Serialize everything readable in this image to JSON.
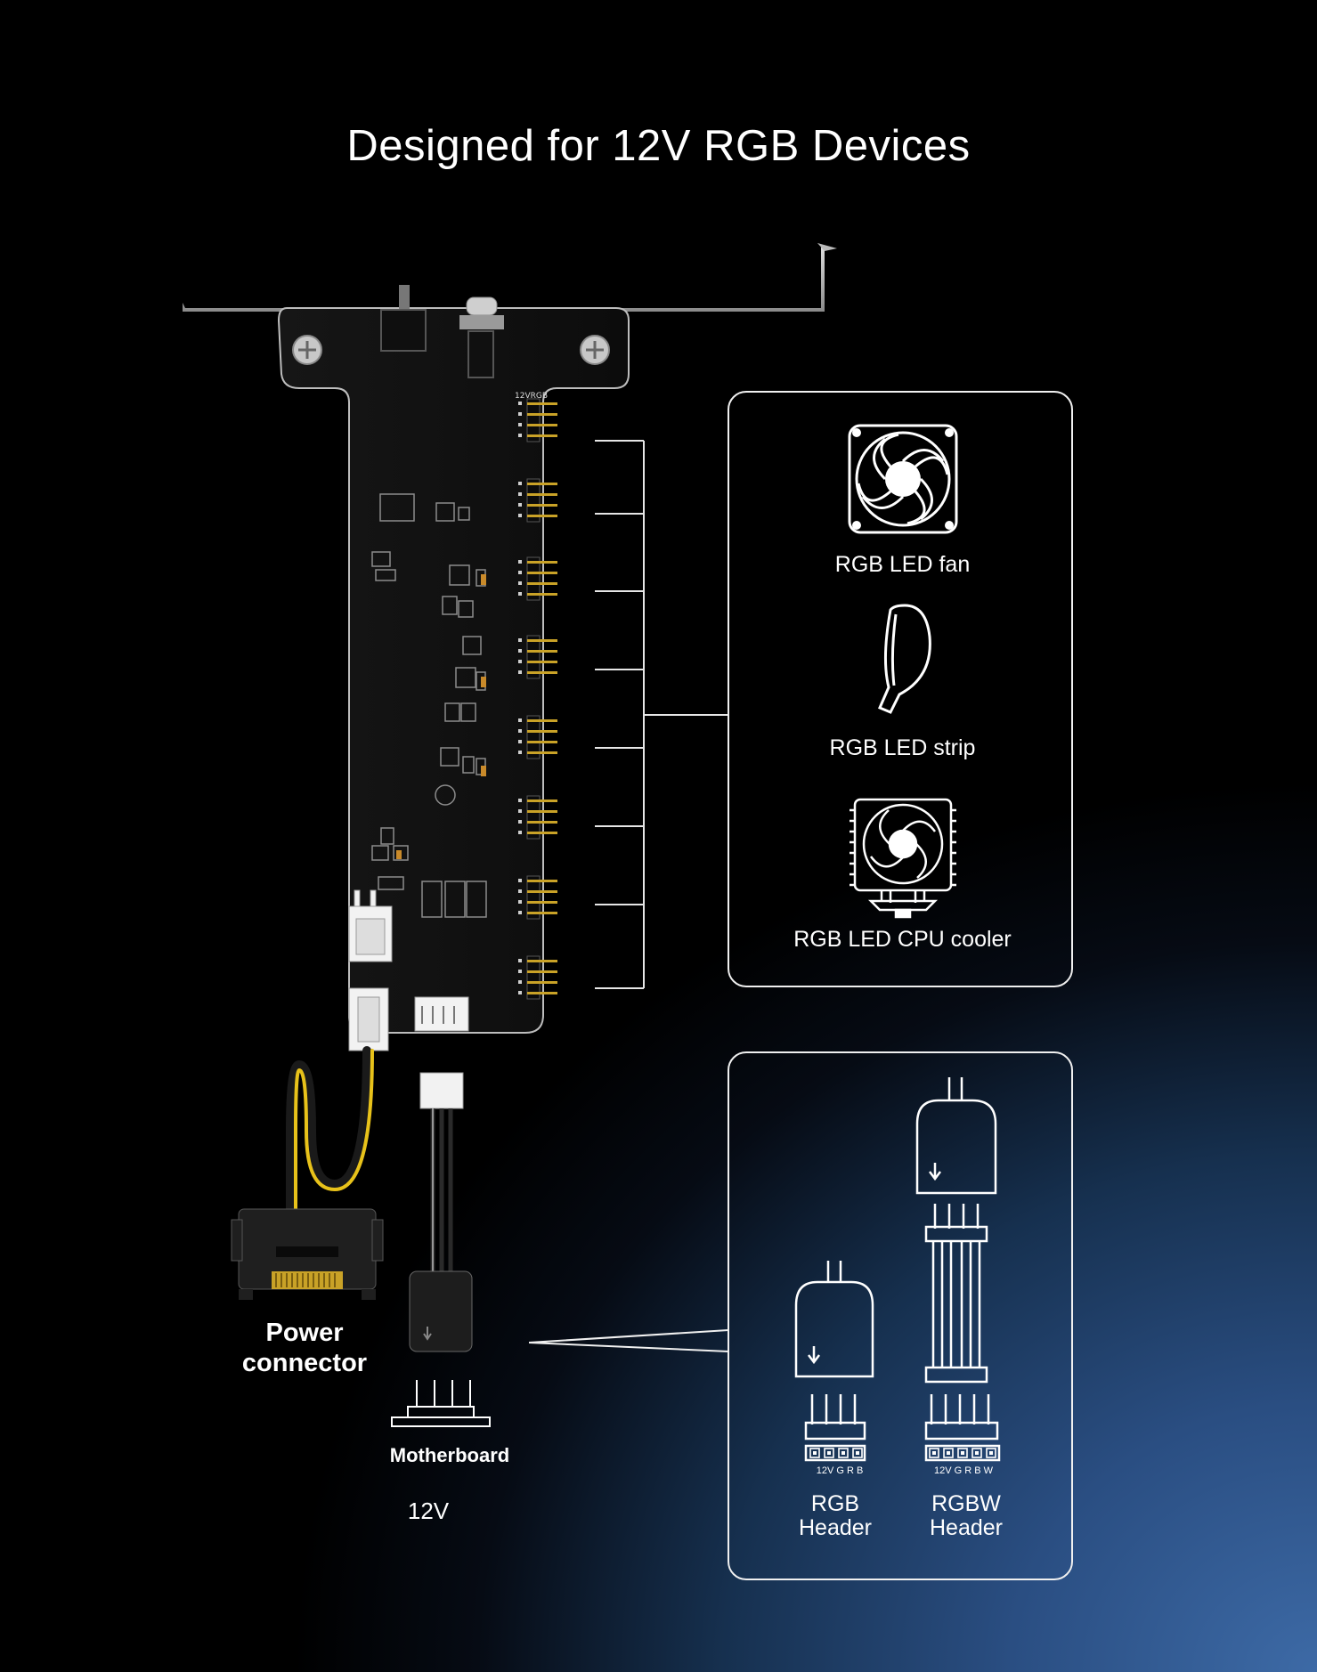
{
  "title": "Designed for 12V RGB Devices",
  "devices": [
    {
      "icon": "rgb-led-fan-icon",
      "label": "RGB LED fan"
    },
    {
      "icon": "rgb-led-strip-icon",
      "label": "RGB LED strip"
    },
    {
      "icon": "rgb-led-cpu-cooler-icon",
      "label": "RGB LED CPU cooler"
    }
  ],
  "board": {
    "silkscreen_label": "12VRGB",
    "power_connector_line1": "Power",
    "power_connector_line2": "connector",
    "motherboard_label": "Motherboard",
    "voltage_label": "12V"
  },
  "headers": {
    "rgb": {
      "pins": "12V G  R  B",
      "line1": "RGB",
      "line2": "Header"
    },
    "rgbw": {
      "pins": "12V G  R  B  W",
      "line1": "RGBW",
      "line2": "Header"
    }
  },
  "colors": {
    "accent_wire": "#e8c21a",
    "pin_gold": "#c9a227",
    "panel_border": "#ffffff"
  }
}
